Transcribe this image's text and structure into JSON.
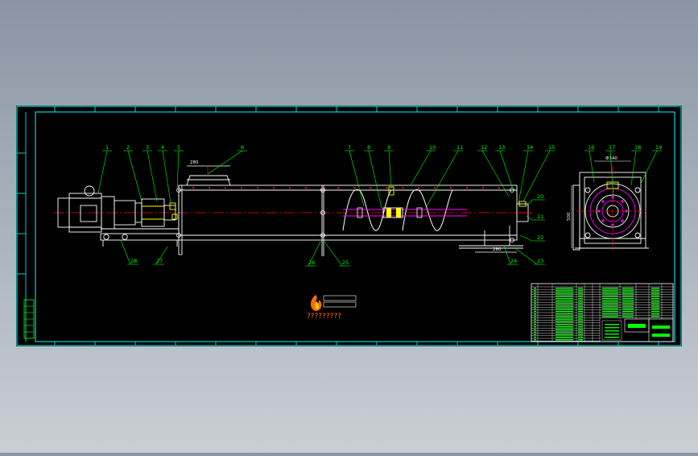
{
  "drawing": {
    "callouts_top": [
      "1",
      "2",
      "3",
      "4",
      "5",
      "6",
      "7",
      "8",
      "9",
      "10",
      "11",
      "12",
      "13",
      "14",
      "15"
    ],
    "callouts_end_view": [
      "16",
      "17",
      "18",
      "19"
    ],
    "callouts_right": [
      "20",
      "21",
      "22"
    ],
    "callouts_bottom": [
      "23",
      "24",
      "25",
      "26",
      "27",
      "28"
    ],
    "dimensions": {
      "inlet_width": "280",
      "outlet_width": "280",
      "end_view_width": "Φ340",
      "end_view_height": "500"
    },
    "watermark_text": "?????????"
  },
  "colors": {
    "frame": "#00ffff",
    "lines": "#ffffff",
    "callouts": "#00ff00",
    "centerline": "#ff0000",
    "screw": "#ff00ff",
    "highlight": "#ffff00"
  }
}
